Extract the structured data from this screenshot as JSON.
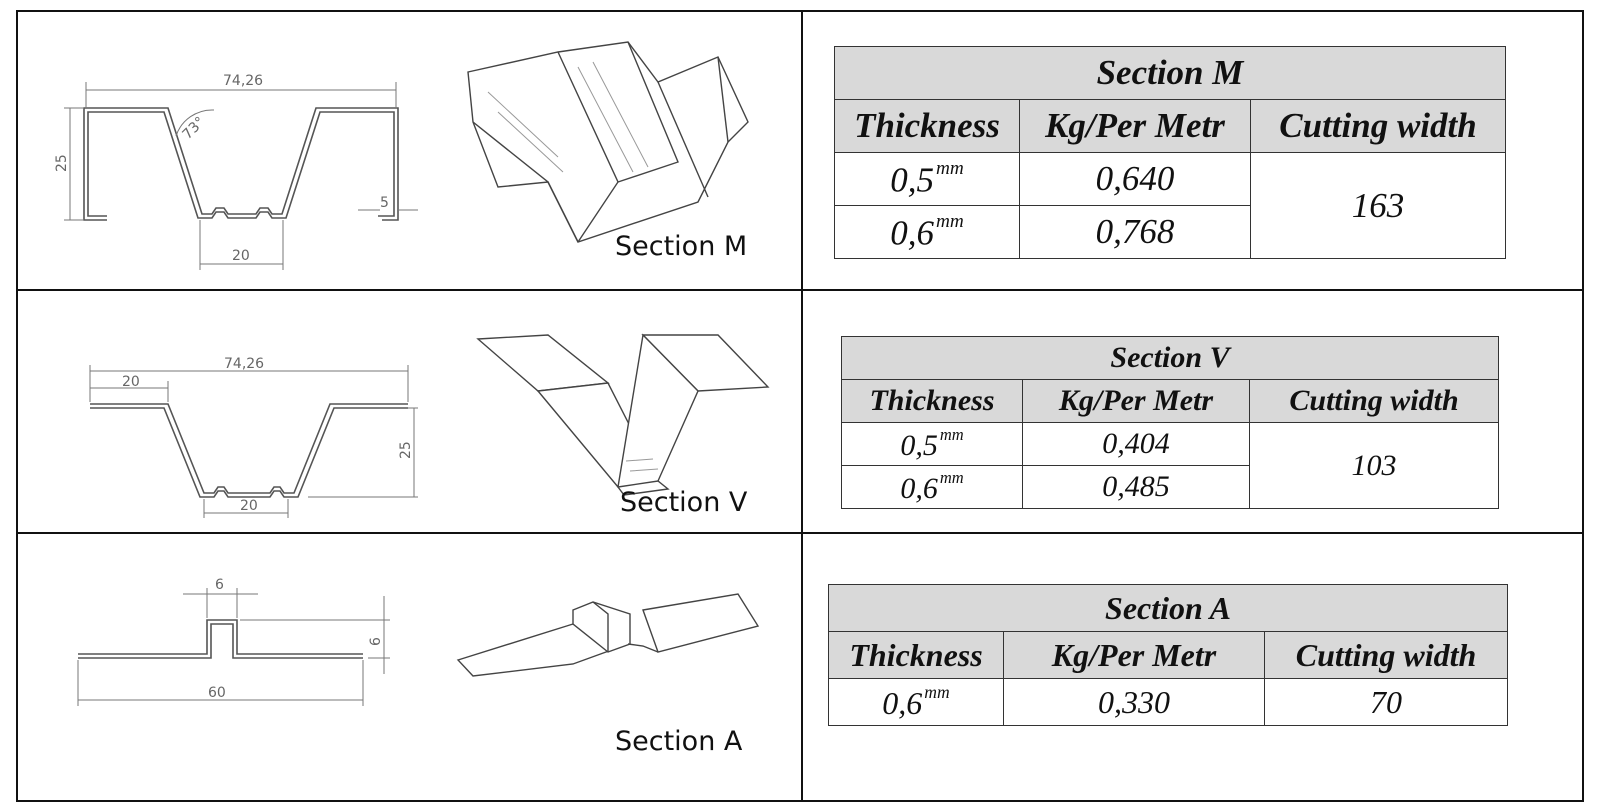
{
  "columns": {
    "thickness": "Thickness",
    "weight": "Kg/Per Metr",
    "cutting": "Cutting width"
  },
  "unit_sup": "mm",
  "sections": {
    "m": {
      "label": "Section M",
      "table_title": "Section M",
      "dims": {
        "width": "74,26",
        "height": "25",
        "angle": "73°",
        "lip": "5",
        "bottom": "20"
      },
      "rows": [
        {
          "thickness": "0,5",
          "weight": "0,640"
        },
        {
          "thickness": "0,6",
          "weight": "0,768"
        }
      ],
      "cutting_width": "163"
    },
    "v": {
      "label": "Section V",
      "table_title": "Section V",
      "dims": {
        "width": "74,26",
        "flange": "20",
        "height": "25",
        "bottom": "20"
      },
      "rows": [
        {
          "thickness": "0,5",
          "weight": "0,404"
        },
        {
          "thickness": "0,6",
          "weight": "0,485"
        }
      ],
      "cutting_width": "103"
    },
    "a": {
      "label": "Section A",
      "table_title": "Section A",
      "dims": {
        "top": "6",
        "height": "6",
        "width": "60"
      },
      "rows": [
        {
          "thickness": "0,6",
          "weight": "0,330"
        }
      ],
      "cutting_width": "70"
    }
  }
}
